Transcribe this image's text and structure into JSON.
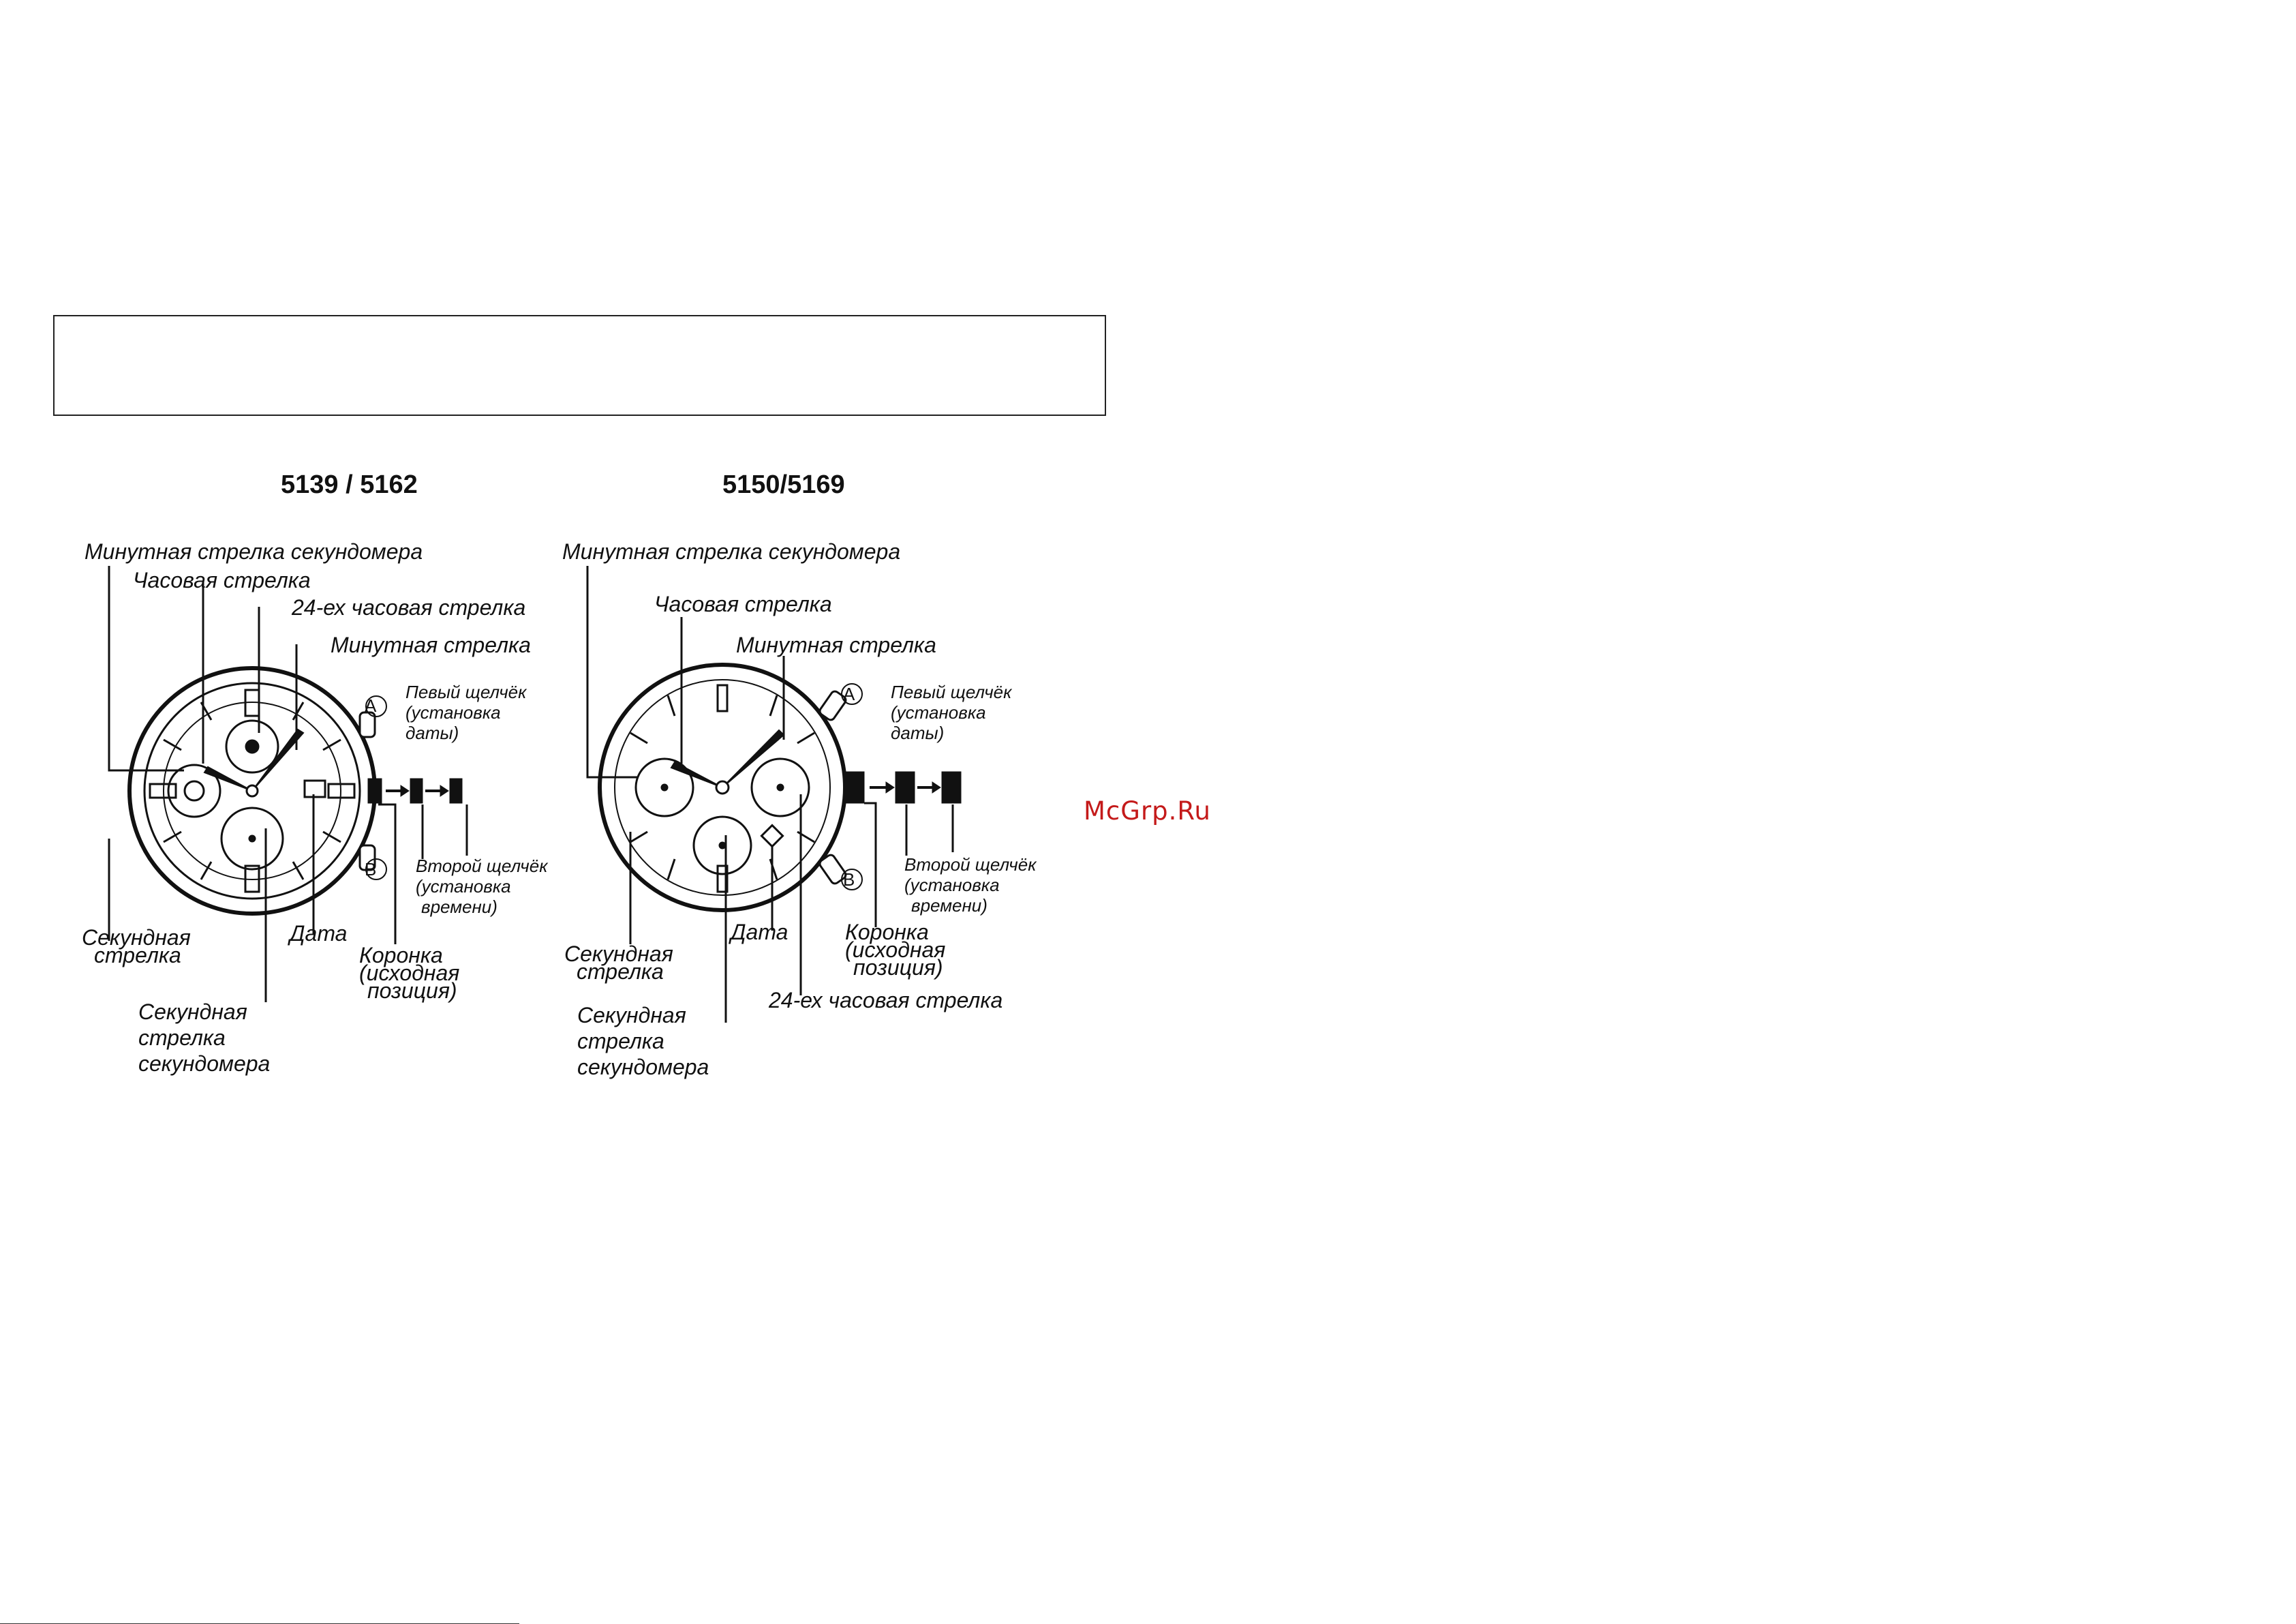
{
  "watermark": "McGrp.Ru",
  "left_diagram": {
    "model": "5139 / 5162",
    "label_stopwatch_minute": "Минутная стрелка секундомера",
    "label_hour": "Часовая стрелка",
    "label_24h": "24-ех часовая стрелка",
    "label_minute": "Минутная стрелка",
    "label_second": [
      "Секундная",
      "стрелка"
    ],
    "label_date": "Дата",
    "label_crown": [
      "Коронка",
      "(исходная",
      "позиция)"
    ],
    "label_stopwatch_second": [
      "Секундная",
      "стрелка",
      "секундомера"
    ],
    "label_first_click": [
      "Певый щелчёк",
      "(установка",
      "даты)"
    ],
    "label_second_click": [
      "Второй щелчёк",
      "(установка",
      "времени)"
    ],
    "button_a": "A",
    "button_b": "B"
  },
  "right_diagram": {
    "model": "5150/5169",
    "label_stopwatch_minute": "Минутная стрелка секундомера",
    "label_hour": "Часовая стрелка",
    "label_minute": "Минутная стрелка",
    "label_second": [
      "Секундная",
      "стрелка"
    ],
    "label_date": "Дата",
    "label_crown": [
      "Коронка",
      "(исходная",
      "позиция)"
    ],
    "label_24h": "24-ех часовая стрелка",
    "label_stopwatch_second": [
      "Секундная",
      "стрелка",
      "секундомера"
    ],
    "label_first_click": [
      "Певый щелчёк",
      "(установка",
      "даты)"
    ],
    "label_second_click": [
      "Второй щелчёк",
      "(установка",
      "времени)"
    ],
    "button_a": "A",
    "button_b": "B"
  }
}
